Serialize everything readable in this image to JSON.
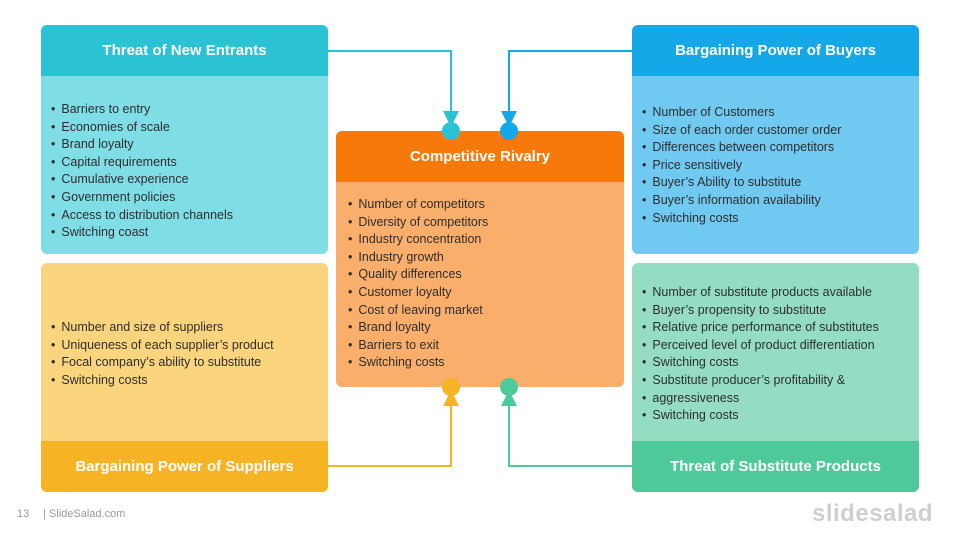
{
  "threat_new_entrants": {
    "title": "Threat of New Entrants",
    "items": [
      "Barriers  to entry",
      "Economies  of scale",
      "Brand loyalty",
      "Capital requirements",
      "Cumulative  experience",
      "Government  policies",
      "Access to distribution  channels",
      "Switching  coast"
    ]
  },
  "bargaining_buyers": {
    "title": "Bargaining Power of Buyers",
    "items": [
      "Number  of Customers",
      "Size of each order customer order",
      "Differences  between competitors",
      "Price sensitively",
      "Buyer’s Ability  to substitute",
      "Buyer’s information  availability",
      "Switching  costs"
    ]
  },
  "competitive_rivalry": {
    "title": "Competitive Rivalry",
    "items": [
      "Number of competitors",
      "Diversity of competitors",
      "Industry concentration",
      "Industry growth",
      "Quality differences",
      "Customer loyalty",
      "Cost of leaving market",
      "Brand loyalty",
      "Barriers to exit",
      "Switching costs"
    ]
  },
  "bargaining_suppliers": {
    "title": "Bargaining Power of Suppliers",
    "items": [
      "Number  and size of suppliers",
      "Uniqueness of each supplier’s product",
      "Focal company’s ability to substitute",
      "Switching  costs"
    ]
  },
  "threat_substitutes": {
    "title": "Threat of Substitute Products",
    "items": [
      "Number of substitute products available",
      "Buyer’s propensity to substitute",
      "Relative price performance  of substitutes",
      "Perceived level of product differentiation",
      "Switching costs",
      "Substitute producer’s profitability  &",
      "aggressiveness",
      "Switching costs"
    ]
  },
  "footer": {
    "page": "13",
    "site": "| SlideSalad.com",
    "brand": "slidesalad"
  },
  "colors": {
    "teal_header": "#2bc3d3",
    "teal_body": "#7fdde6",
    "blue_header": "#15a8e8",
    "blue_body": "#6fc9f1",
    "orange_header": "#f7790a",
    "orange_body": "#f9ae6b",
    "yellow_header": "#f6b324",
    "yellow_body": "#fbd57d",
    "green_header": "#4ec99a",
    "green_body": "#94ddc3"
  }
}
